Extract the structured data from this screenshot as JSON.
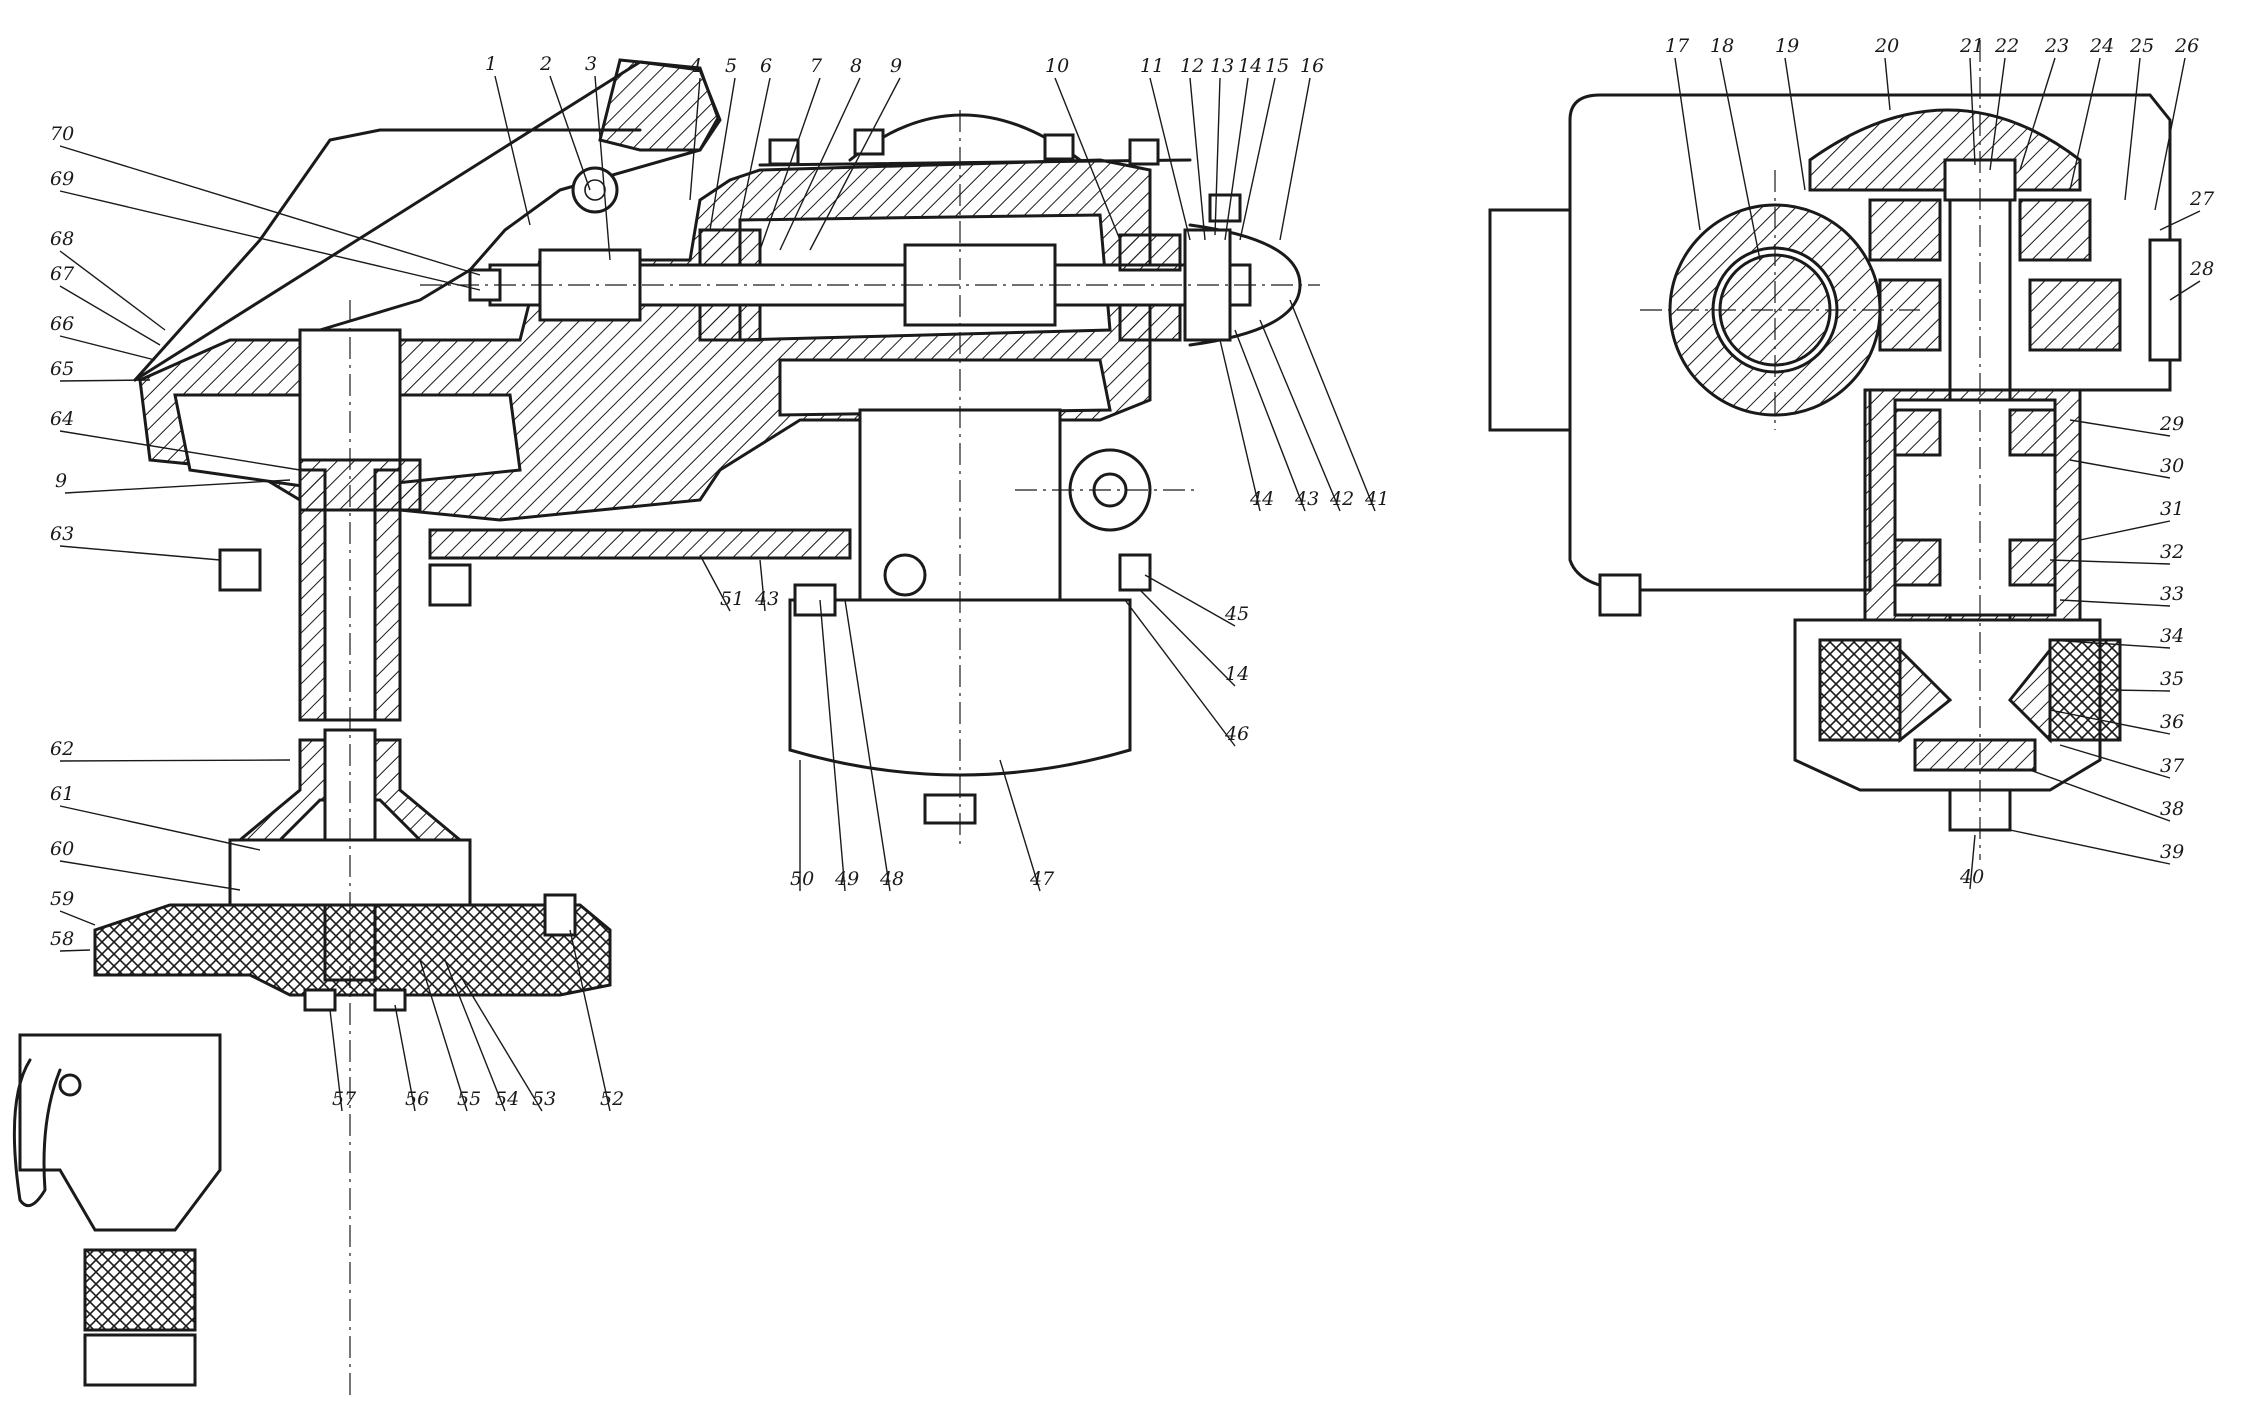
{
  "diagram": {
    "callouts": [
      "1",
      "2",
      "3",
      "4",
      "5",
      "6",
      "7",
      "8",
      "9",
      "10",
      "11",
      "12",
      "13",
      "14",
      "15",
      "16",
      "17",
      "18",
      "19",
      "20",
      "21",
      "22",
      "23",
      "24",
      "25",
      "26",
      "27",
      "28",
      "29",
      "30",
      "31",
      "32",
      "33",
      "34",
      "35",
      "36",
      "37",
      "38",
      "39",
      "40",
      "41",
      "42",
      "43",
      "44",
      "45",
      "14",
      "46",
      "47",
      "48",
      "49",
      "50",
      "51",
      "43",
      "9",
      "52",
      "53",
      "54",
      "55",
      "56",
      "57",
      "58",
      "59",
      "60",
      "61",
      "62",
      "63",
      "64",
      "65",
      "66",
      "67",
      "68",
      "69",
      "70"
    ]
  }
}
